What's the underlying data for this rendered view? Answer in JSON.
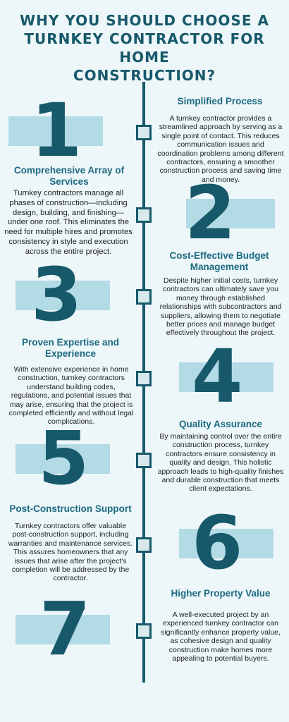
{
  "title": {
    "line1": "WHY YOU SHOULD CHOOSE A",
    "line2": "TURNKEY CONTRACTOR FOR HOME",
    "line3": "CONSTRUCTION?"
  },
  "steps": [
    {
      "number": "1",
      "heading": "Simplified Process",
      "text": "A turnkey contractor provides a streamlined approach by serving as a single point of contact. This reduces communication issues and coordination problems among different contractors, ensuring a smoother construction process and saving time and money."
    },
    {
      "number": "2",
      "heading": "Comprehensive Array of Services",
      "text": "Turnkey contractors manage all phases of construction—including design, building, and finishing—under one roof. This eliminates the need for multiple hires and promotes consistency in style and execution across the entire project."
    },
    {
      "number": "3",
      "heading": "Cost-Effective Budget Management",
      "text": "Despite higher initial costs, turnkey contractors can ultimately save you money through established relationships with subcontractors and suppliers, allowing them to negotiate better prices and manage budget effectively throughout the project."
    },
    {
      "number": "4",
      "heading": "Proven Expertise and Experience",
      "text": "With extensive experience in home construction, turnkey contractors understand building codes, regulations, and potential issues that may arise, ensuring that the project is completed efficiently and without legal complications."
    },
    {
      "number": "5",
      "heading": "Quality Assurance",
      "text": "By maintaining control over the entire construction process, turnkey contractors ensure consistency in quality and design. This holistic approach leads to high-quality finishes and durable construction that meets client expectations."
    },
    {
      "number": "6",
      "heading": "Post-Construction Support",
      "text": "Turnkey contractors offer valuable post-construction support, including warranties and maintenance services. This assures homeowners that any issues that arise after the project's completion will be addressed by the contractor."
    },
    {
      "number": "7",
      "heading": "Higher Property Value",
      "text": "A well-executed project by an experienced turnkey contractor can significantly enhance property value, as cohesive design and quality construction make homes more appealing to potential buyers."
    }
  ]
}
